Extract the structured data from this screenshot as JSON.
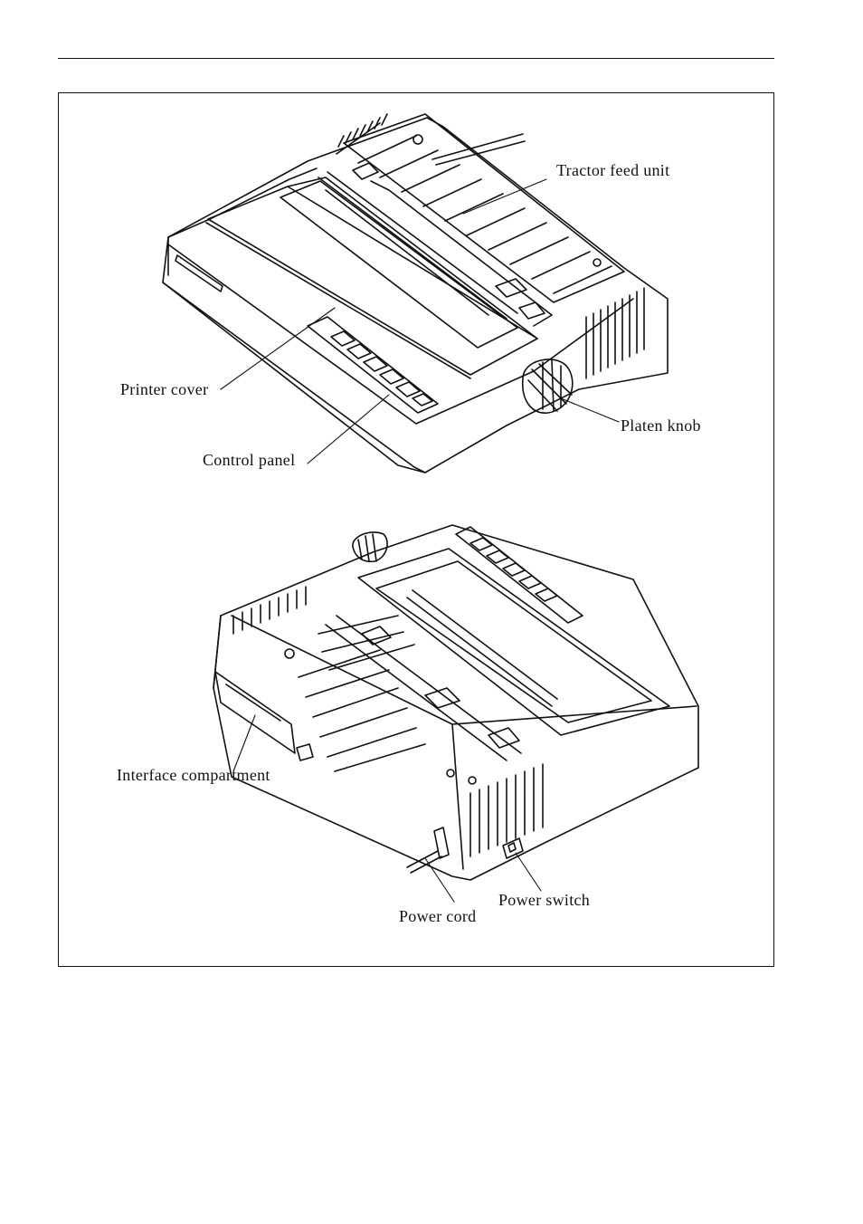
{
  "top_view": {
    "labels": {
      "tractor_feed_unit": "Tractor feed unit",
      "printer_cover": "Printer cover",
      "control_panel": "Control panel",
      "platen_knob": "Platen knob"
    }
  },
  "rear_view": {
    "labels": {
      "interface_compartment": "Interface compartment",
      "power_cord": "Power cord",
      "power_switch": "Power switch"
    }
  }
}
